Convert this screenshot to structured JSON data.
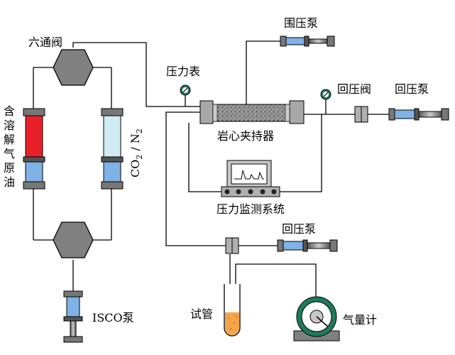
{
  "labels": {
    "six_way_valve": "六通阀",
    "confining_pump": "围压泵",
    "pressure_gauge": "压力表",
    "back_pressure_valve": "回压阀",
    "back_pressure_pump_top": "回压泵",
    "core_holder": "岩心夹持器",
    "gas_bearing_oil": [
      "含",
      "溶",
      "解",
      "气",
      "原",
      "油"
    ],
    "co2_main": "CO",
    "co2_sub": "2",
    "co2_sep": " / N",
    "n2_sub": "2",
    "pressure_monitor": "压力监测系统",
    "back_pressure_pump_mid": "回压泵",
    "test_tube": "试管",
    "gas_meter": "气量计",
    "isco_pump": "ISCO泵"
  },
  "colors": {
    "oil_red": "#e8202a",
    "water_blue": "#7fb2e5",
    "gas_light": "#d2ecf3",
    "valve_gray": "#808080",
    "gauge_green": "#1f7a5a",
    "sample_orange": "#f5a44a"
  }
}
